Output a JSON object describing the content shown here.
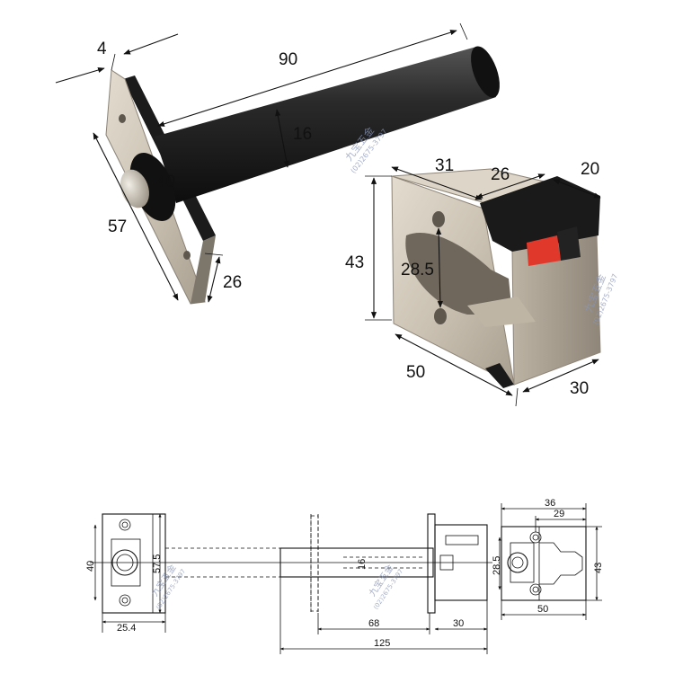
{
  "photo_dims": {
    "flange_thickness": "4",
    "tube_length": "90",
    "tube_diameter": "16",
    "bolt_diameter": "40",
    "plate_height": "57",
    "plate_width": "26",
    "box_width_top": "31",
    "box_slot": "26",
    "box_depth_top": "20",
    "box_height": "43",
    "hole_spacing": "28.5",
    "box_length": "50",
    "box_depth_bottom": "30"
  },
  "drawing_dims": {
    "plate_hole_spacing": "40",
    "plate_height": "57.5",
    "plate_width": "25.4",
    "tube_diameter": "16",
    "stroke": "68",
    "body_length": "30",
    "total_length": "125",
    "box_width": "36",
    "box_inner": "29",
    "box_hole_spacing": "28.5",
    "box_height": "43",
    "box_length": "50"
  },
  "watermark": {
    "brand": "九宝五金",
    "phone": "(02)2675-3797"
  },
  "colors": {
    "tube": "#1c1c1c",
    "metal": "#cfc6b8",
    "metal_dark": "#a79e90",
    "latch_red": "#e0392b",
    "watermark": "#8a96b8"
  }
}
